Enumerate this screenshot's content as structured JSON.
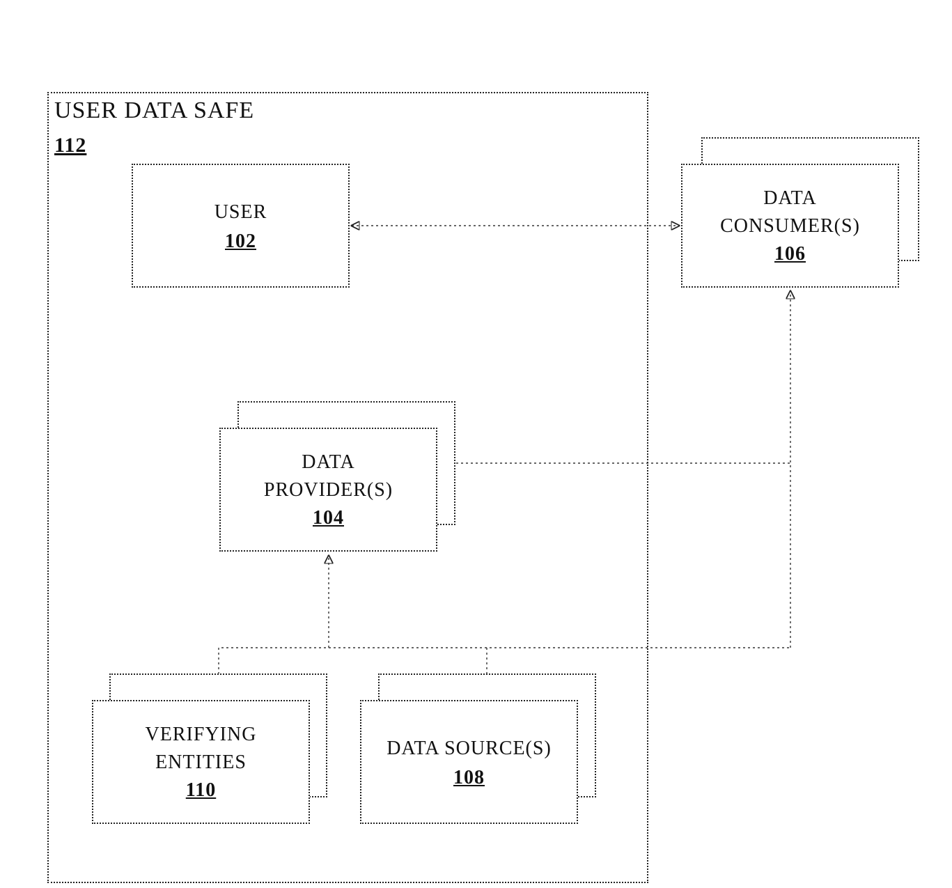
{
  "safe": {
    "title": "USER DATA SAFE",
    "ref": "112"
  },
  "user": {
    "title": "USER",
    "ref": "102"
  },
  "consumer": {
    "line1": "DATA",
    "line2": "CONSUMER(S)",
    "ref": "106"
  },
  "provider": {
    "line1": "DATA",
    "line2": "PROVIDER(S)",
    "ref": "104"
  },
  "verifier": {
    "line1": "VERIFYING",
    "line2": "ENTITIES",
    "ref": "110"
  },
  "source": {
    "line1": "DATA SOURCE(S)",
    "ref": "108"
  }
}
